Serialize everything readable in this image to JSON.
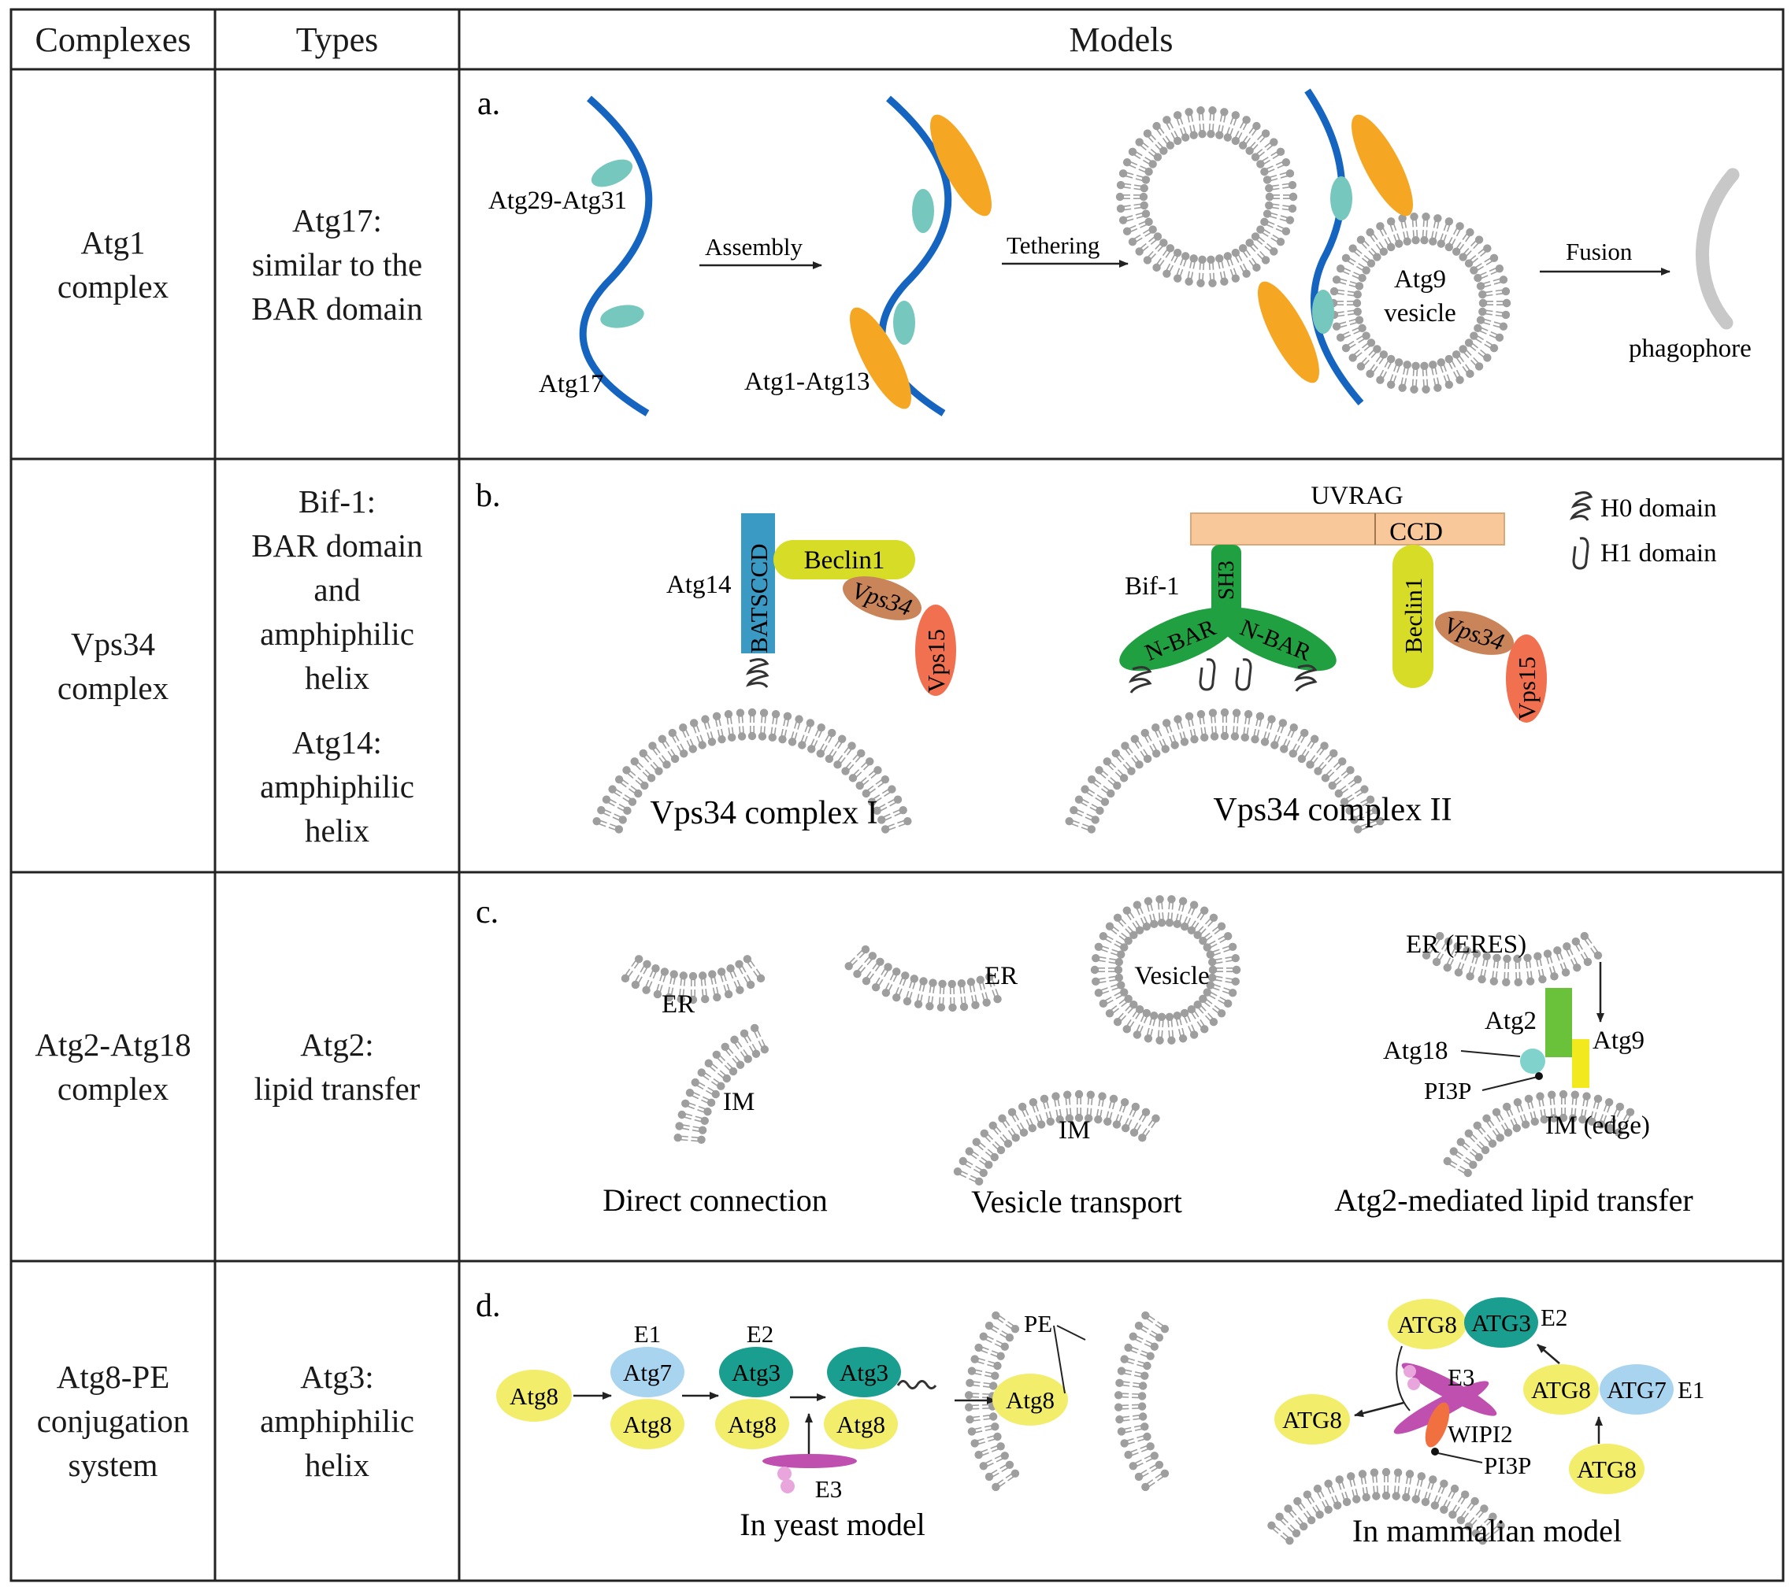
{
  "headers": {
    "complexes": "Complexes",
    "types": "Types",
    "models": "Models"
  },
  "rows": [
    {
      "complex": [
        "Atg1",
        "complex"
      ],
      "types": [
        "Atg17:",
        "similar to the",
        "BAR domain"
      ]
    },
    {
      "complex": [
        "Vps34",
        "complex"
      ],
      "types": [
        "Bif-1:",
        "BAR domain",
        "and",
        "amphiphilic",
        "helix"
      ],
      "types2": [
        "Atg14:",
        "amphiphilic",
        "helix"
      ]
    },
    {
      "complex": [
        "Atg2-Atg18",
        "complex"
      ],
      "types": [
        "Atg2:",
        "lipid transfer"
      ]
    },
    {
      "complex": [
        "Atg8-PE",
        "conjugation",
        "system"
      ],
      "types": [
        "Atg3:",
        "amphiphilic",
        "helix"
      ]
    }
  ],
  "panel_a": {
    "letter": "a.",
    "atg29_atg31": "Atg29-Atg31",
    "atg17": "Atg17",
    "assembly": "Assembly",
    "atg1_atg13": "Atg1-Atg13",
    "tethering": "Tethering",
    "atg9": "Atg9",
    "vesicle": "vesicle",
    "fusion": "Fusion",
    "phagophore": "phagophore"
  },
  "panel_b": {
    "letter": "b.",
    "atg14": "Atg14",
    "batsccd": "BATSCCD",
    "beclin1": "Beclin1",
    "vps34": "Vps34",
    "vps15": "Vps15",
    "complex1": "Vps34 complex I",
    "uvrag": "UVRAG",
    "ccd": "CCD",
    "bif1": "Bif-1",
    "sh3": "SH3",
    "nbar": "N-BAR",
    "complex2": "Vps34 complex II",
    "h0": "H0 domain",
    "h1": "H1 domain"
  },
  "panel_c": {
    "letter": "c.",
    "er": "ER",
    "im": "IM",
    "direct": "Direct connection",
    "vesicle": "Vesicle",
    "vesicle_transport": "Vesicle transport",
    "er_eres": "ER (ERES)",
    "atg2": "Atg2",
    "atg9": "Atg9",
    "atg18": "Atg18",
    "pi3p": "PI3P",
    "im_edge": "IM (edge)",
    "atg2_mediated": "Atg2-mediated lipid transfer"
  },
  "panel_d": {
    "letter": "d.",
    "atg8": "Atg8",
    "atg7": "Atg7",
    "atg3": "Atg3",
    "e1": "E1",
    "e2": "E2",
    "e3": "E3",
    "pe": "PE",
    "yeast": "In yeast model",
    "ATG8": "ATG8",
    "ATG3": "ATG3",
    "ATG7": "ATG7",
    "wipi2": "WIPI2",
    "pi3p": "PI3P",
    "mammal": "In mammalian model"
  },
  "colors": {
    "blue_membrane": "#1565c0",
    "orange": "#f5a623",
    "teal": "#76c7bd",
    "phospholipid": "#9e9e9e",
    "yellow": "#f2ed6b",
    "light_blue": "#a8d4ef",
    "dark_teal": "#1a9e8f",
    "green": "#20a040",
    "lime": "#c8d832",
    "brown": "#c9845a",
    "salmon": "#f07050",
    "peach": "#f8c89a",
    "magenta": "#c050b0"
  }
}
